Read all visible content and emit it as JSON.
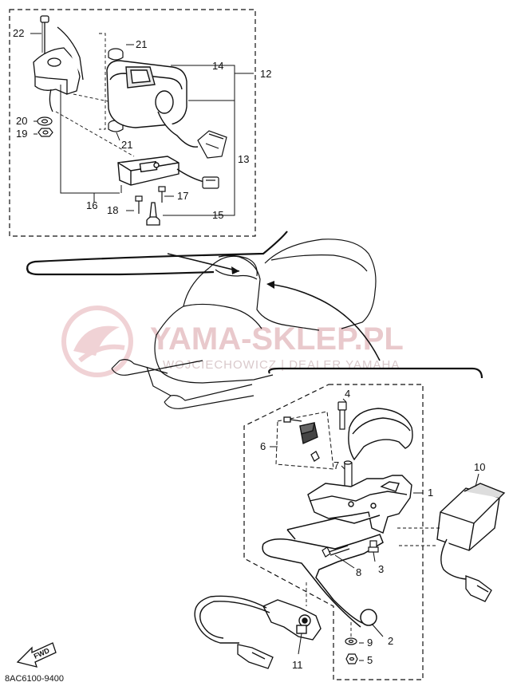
{
  "watermark": {
    "brand": "YAMA-SKLEP.PL",
    "tagline": "WOJCIECHOWICZ | DEALER YAMAHA"
  },
  "diagram_code": "8AC6100-9400",
  "fwd_label": "FWD",
  "callouts": [
    {
      "id": "c22",
      "text": "22"
    },
    {
      "id": "c21a",
      "text": "21"
    },
    {
      "id": "c14",
      "text": "14"
    },
    {
      "id": "c12",
      "text": "12"
    },
    {
      "id": "c20",
      "text": "20"
    },
    {
      "id": "c19",
      "text": "19"
    },
    {
      "id": "c21b",
      "text": "21"
    },
    {
      "id": "c13",
      "text": "13"
    },
    {
      "id": "c16",
      "text": "16"
    },
    {
      "id": "c17",
      "text": "17"
    },
    {
      "id": "c18",
      "text": "18"
    },
    {
      "id": "c15",
      "text": "15"
    },
    {
      "id": "c4",
      "text": "4"
    },
    {
      "id": "c6",
      "text": "6"
    },
    {
      "id": "c7",
      "text": "7"
    },
    {
      "id": "c10",
      "text": "10"
    },
    {
      "id": "c1",
      "text": "1"
    },
    {
      "id": "c8",
      "text": "8"
    },
    {
      "id": "c3",
      "text": "3"
    },
    {
      "id": "c2",
      "text": "2"
    },
    {
      "id": "c9",
      "text": "9"
    },
    {
      "id": "c5",
      "text": "5"
    },
    {
      "id": "c11",
      "text": "11"
    }
  ]
}
